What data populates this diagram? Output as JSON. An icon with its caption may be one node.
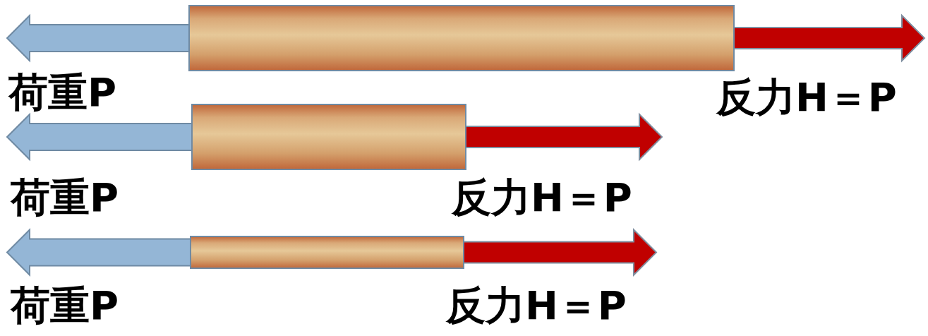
{
  "diagram": {
    "labels": [
      "荷重P",
      "反力H＝P",
      "荷重P",
      "反力H＝P",
      "荷重P",
      "反力H＝P"
    ]
  }
}
